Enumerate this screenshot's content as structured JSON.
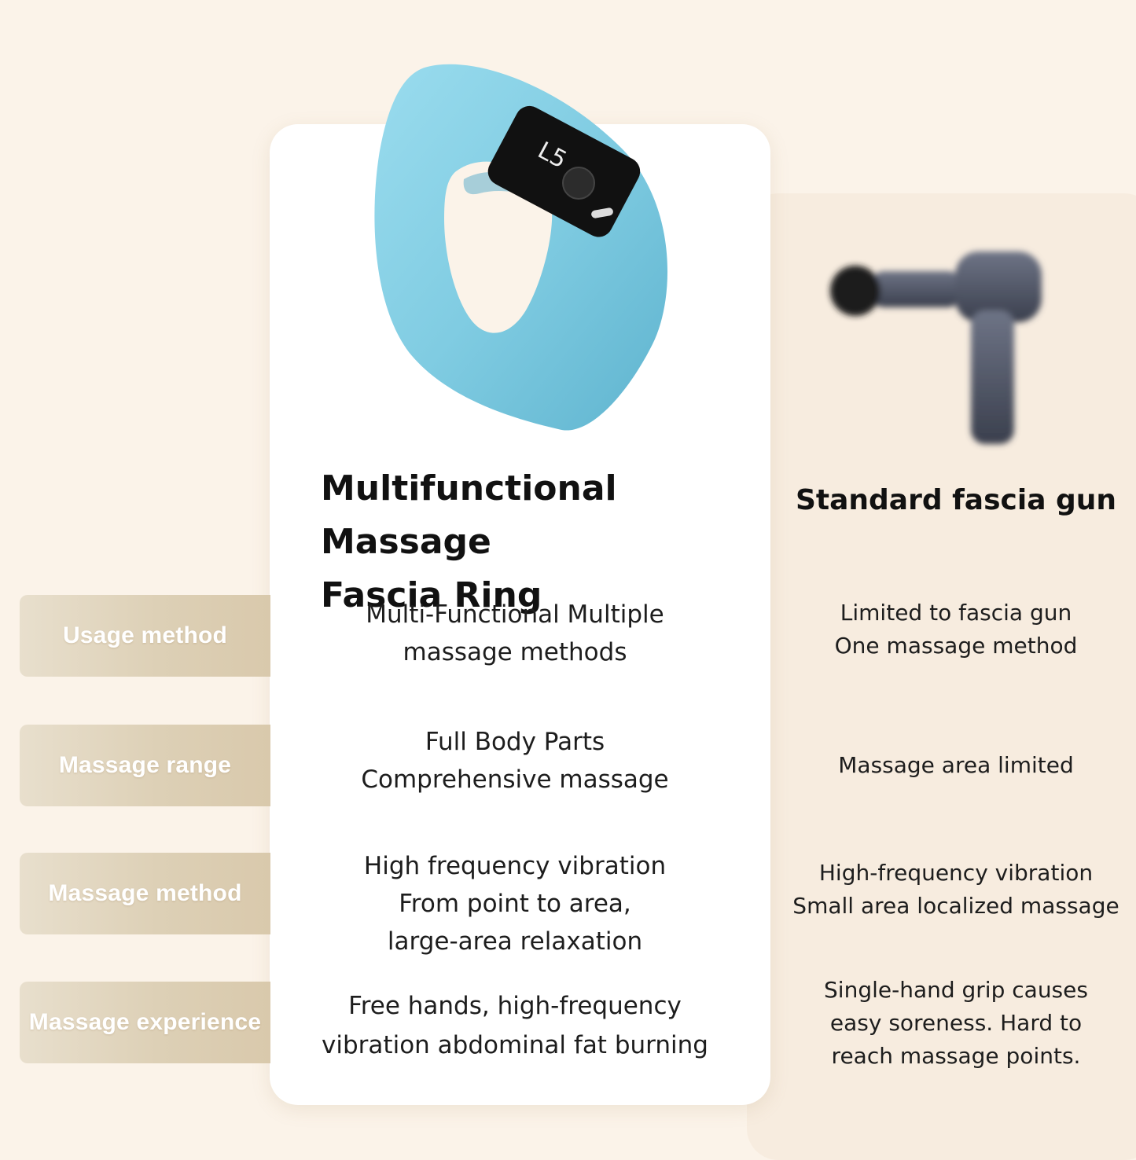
{
  "ring": {
    "title_line1": "Multifunctional Massage",
    "title_line2": "Fascia Ring",
    "display_text": "L5"
  },
  "gun": {
    "title": "Standard fascia gun"
  },
  "rows": [
    {
      "label": "Usage method",
      "ring": [
        "Multi-Functional Multiple",
        "massage methods"
      ],
      "gun": [
        "Limited to fascia gun",
        "One massage method"
      ]
    },
    {
      "label": "Massage range",
      "ring": [
        "Full Body Parts",
        "Comprehensive massage"
      ],
      "gun": [
        "Massage area limited"
      ]
    },
    {
      "label": "Massage method",
      "ring": [
        "High frequency vibration",
        "From point to area,",
        "large-area relaxation"
      ],
      "gun": [
        "High-frequency vibration",
        "Small area localized massage"
      ]
    },
    {
      "label": "Massage experience",
      "ring": [
        "Free hands, high-frequency",
        "vibration abdominal fat burning"
      ],
      "gun": [
        "Single-hand grip causes",
        "easy soreness. Hard to",
        "reach massage points."
      ]
    }
  ],
  "colors": {
    "background": "#fbf3e9",
    "label_gold": "#ddd0b6",
    "ring_blue": "#84d0e4"
  }
}
